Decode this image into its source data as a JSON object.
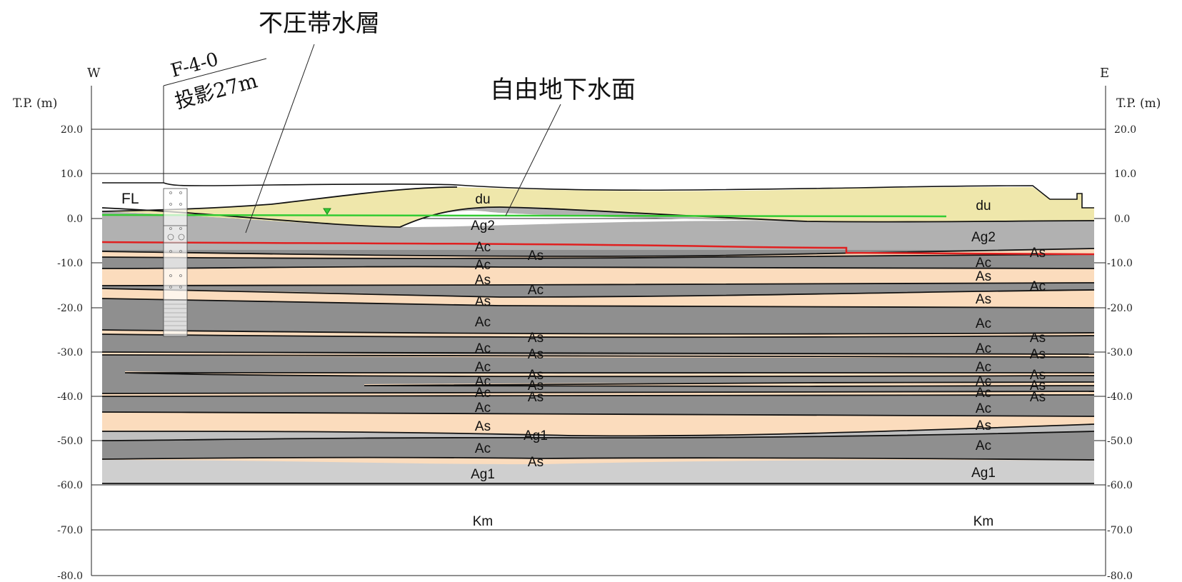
{
  "callouts": {
    "unconfined_aquifer": "不圧帯水層",
    "free_water_table": "自由地下水面"
  },
  "borehole": {
    "name": "F-4-0",
    "projection": "投影27m"
  },
  "directions": {
    "west": "W",
    "east": "E"
  },
  "axis": {
    "label_left": "T.P. (m)",
    "label_right": "T.P. (m)",
    "ticks": [
      "20.0",
      "10.0",
      "0.0",
      "-10.0",
      "-20.0",
      "-30.0",
      "-40.0",
      "-50.0",
      "-60.0",
      "-70.0",
      "-80.0"
    ]
  },
  "fill_label": "FL",
  "layer_labels": {
    "west": [
      "du",
      "Ag2",
      "Ac",
      "Ac",
      "As",
      "As",
      "Ac",
      "Ac",
      "Ac",
      "Ac",
      "Ac",
      "Ac",
      "As",
      "Ac",
      "Ag1",
      "Km"
    ],
    "mid": [
      "As",
      "Ac",
      "As",
      "As",
      "As",
      "As",
      "As",
      "Ag1",
      "As"
    ],
    "east_inner": [
      "du",
      "Ag2",
      "Ac",
      "As",
      "As",
      "Ac",
      "Ac",
      "Ac",
      "Ac",
      "Ac",
      "Ac",
      "As",
      "Ac",
      "Ag1",
      "Km"
    ],
    "east_outer": [
      "As",
      "Ac",
      "As",
      "As",
      "As",
      "As",
      "As"
    ]
  },
  "colors": {
    "gravel_light": "#cfcfcf",
    "gravel_mid": "#b1b1b1",
    "clay_dark": "#8e8e8e",
    "sand": "#fbdcbd",
    "dune": "#efe7ab",
    "water_table": "#33cc33",
    "aquifer_line": "#e02020"
  }
}
